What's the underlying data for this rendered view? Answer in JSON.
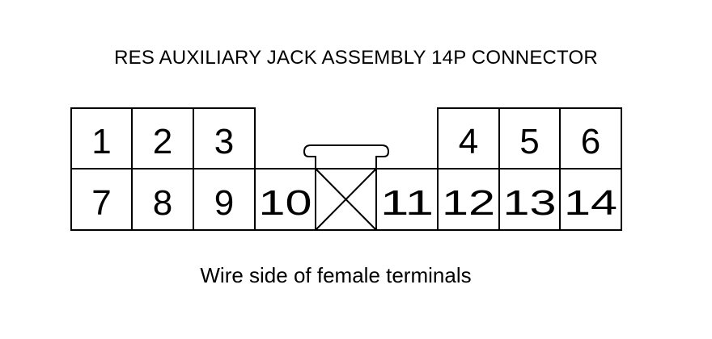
{
  "title": "RES AUXILIARY JACK ASSEMBLY 14P CONNECTOR",
  "caption": "Wire side of female terminals",
  "pins": [
    {
      "label": "1",
      "row": "top",
      "slot": 0
    },
    {
      "label": "2",
      "row": "top",
      "slot": 1
    },
    {
      "label": "3",
      "row": "top",
      "slot": 2
    },
    {
      "label": "4",
      "row": "top",
      "slot": 6
    },
    {
      "label": "5",
      "row": "top",
      "slot": 7
    },
    {
      "label": "6",
      "row": "top",
      "slot": 8
    },
    {
      "label": "7",
      "row": "bottom",
      "slot": 0
    },
    {
      "label": "8",
      "row": "bottom",
      "slot": 1
    },
    {
      "label": "9",
      "row": "bottom",
      "slot": 2
    },
    {
      "label": "10",
      "row": "bottom",
      "slot": 3
    },
    {
      "label": "11",
      "row": "bottom",
      "slot": 5
    },
    {
      "label": "12",
      "row": "bottom",
      "slot": 6
    },
    {
      "label": "13",
      "row": "bottom",
      "slot": 7
    },
    {
      "label": "14",
      "row": "bottom",
      "slot": 8
    }
  ]
}
